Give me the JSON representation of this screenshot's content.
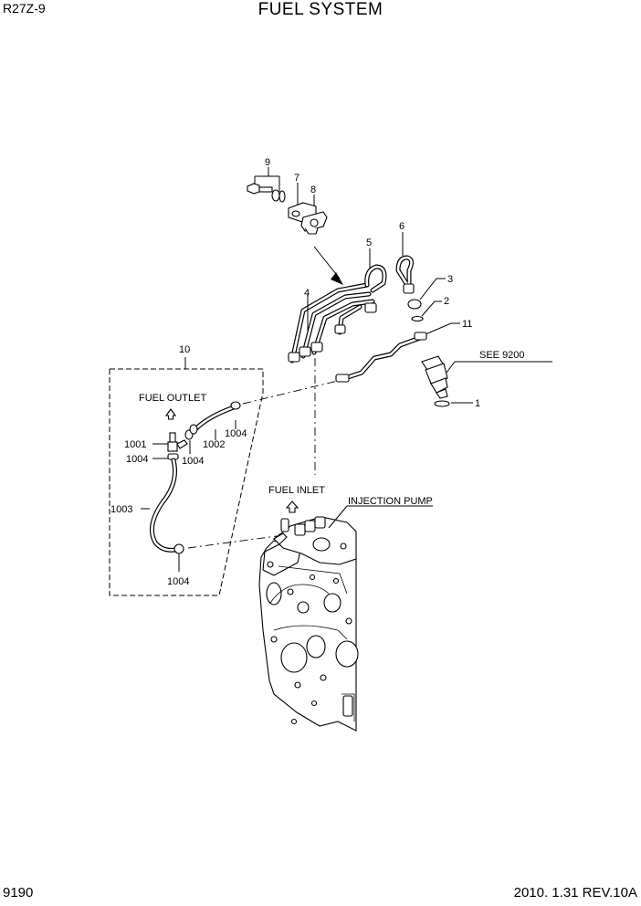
{
  "header": {
    "model": "R27Z-9",
    "title": "FUEL SYSTEM"
  },
  "footer": {
    "page_number": "9190",
    "revision": "2010. 1.31  REV.10A"
  },
  "callouts": {
    "p1": "1",
    "p2": "2",
    "p3": "3",
    "p4": "4",
    "p5": "5",
    "p6": "6",
    "p7": "7",
    "p8": "8",
    "p9": "9",
    "p10": "10",
    "p11": "11",
    "p1001": "1001",
    "p1002": "1002",
    "p1003": "1003",
    "p1004a": "1004",
    "p1004b": "1004",
    "p1004c": "1004",
    "p1004d": "1004"
  },
  "labels": {
    "fuel_outlet": "FUEL OUTLET",
    "fuel_inlet": "FUEL INLET",
    "injection_pump": "INJECTION PUMP",
    "see_reference": "SEE 9200"
  }
}
